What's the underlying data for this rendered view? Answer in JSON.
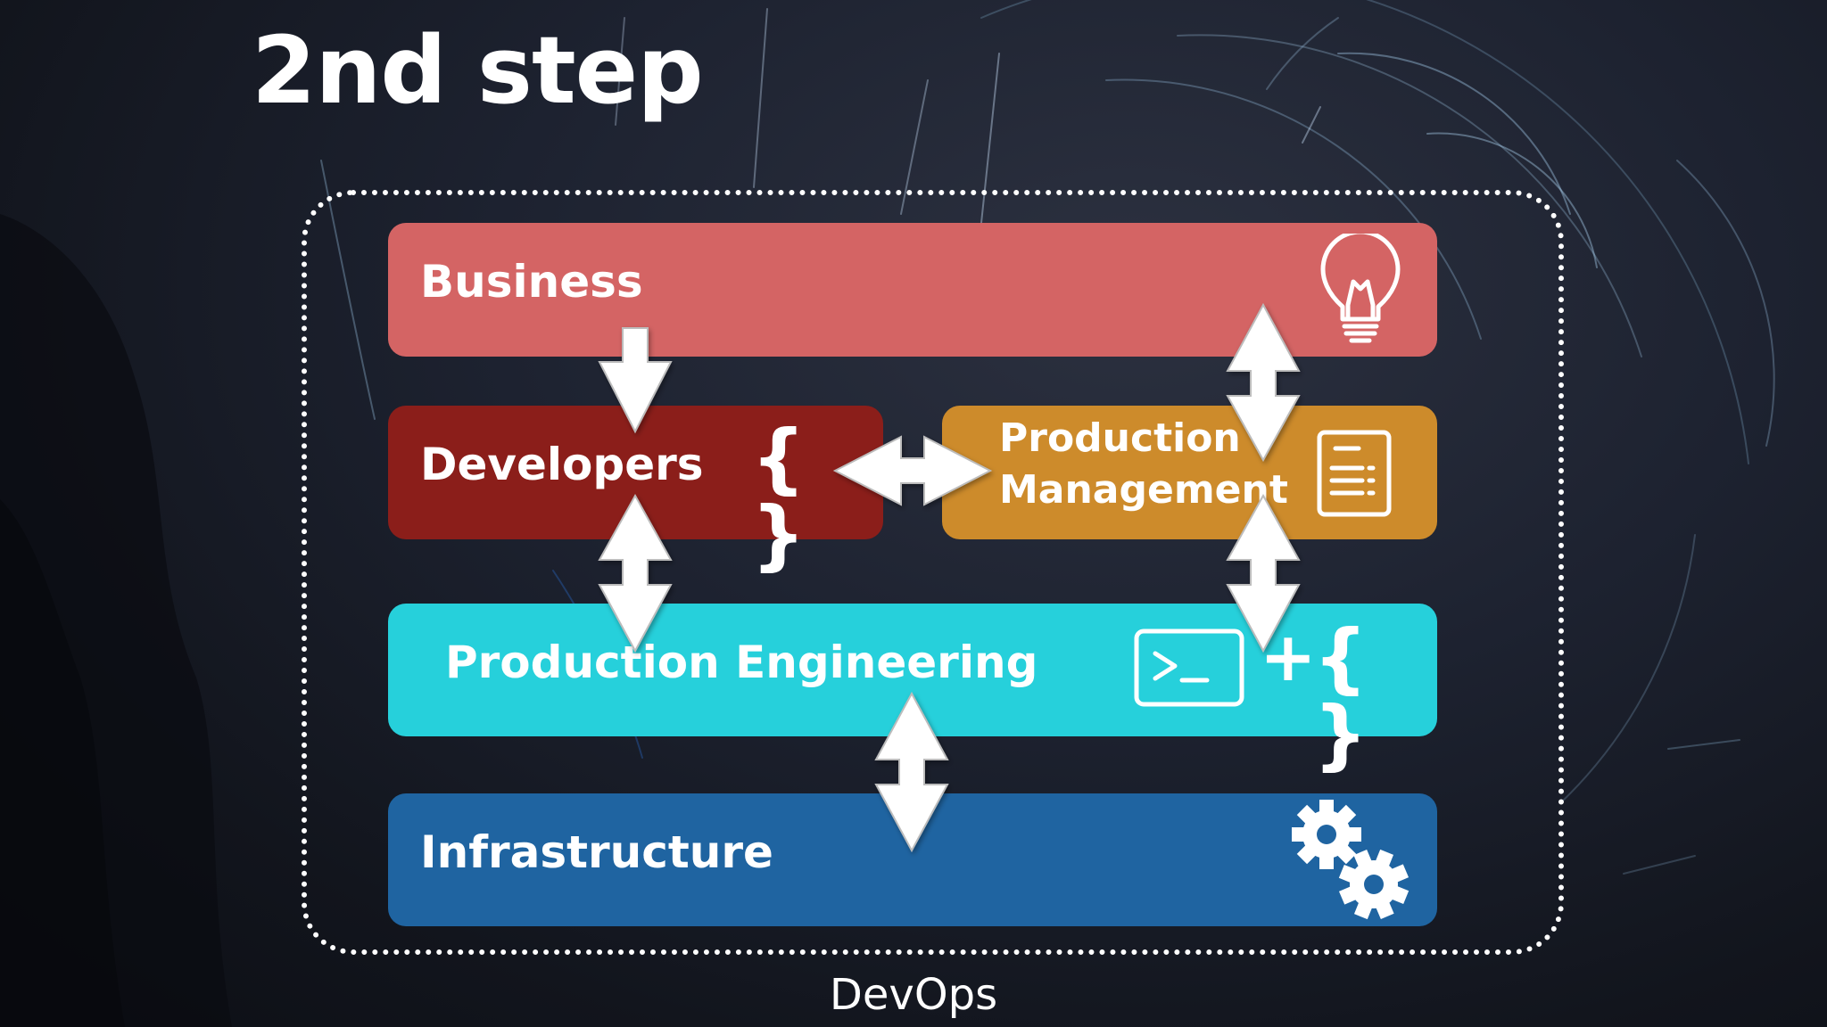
{
  "title": "2nd step",
  "frame_label": "DevOps",
  "layers": {
    "business": {
      "label": "Business",
      "color": "#d46464",
      "icon": "lightbulb-icon"
    },
    "developers": {
      "label": "Developers",
      "color": "#8b1e1a",
      "icon_text": "{ }",
      "icon": "curly-braces-icon"
    },
    "production_management": {
      "label_line1": "Production",
      "label_line2": "Management",
      "color": "#cd8b2b",
      "icon": "document-icon"
    },
    "production_engineering": {
      "label": "Production Engineering",
      "color": "#26d0db",
      "icon": "terminal-plus-braces-icon",
      "plus": "+",
      "icon_text": "{ }"
    },
    "infrastructure": {
      "label": "Infrastructure",
      "color": "#1f64a1",
      "icon": "gears-icon"
    }
  }
}
